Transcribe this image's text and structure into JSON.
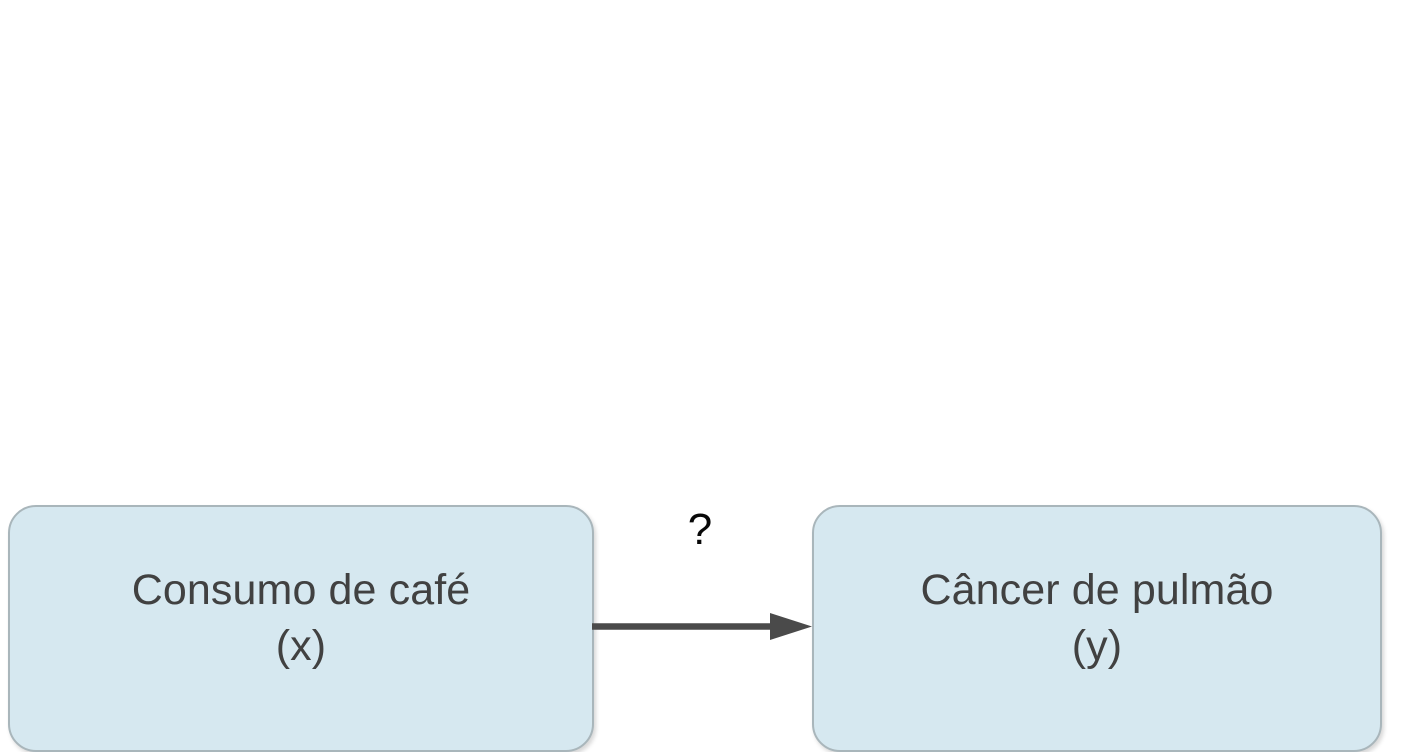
{
  "diagram": {
    "type": "causal-diagram",
    "language": "pt-BR",
    "background_color": "#ffffff",
    "nodes": [
      {
        "id": "cause",
        "name": "consumo-de-cafe",
        "line1": "Consumo de café",
        "line2": "(x)",
        "variable": "x",
        "fill_color": "#d6e8f0",
        "border_color": "#a9b6bb",
        "text_color": "#414141"
      },
      {
        "id": "effect",
        "name": "cancer-de-pulmao",
        "line1": "Câncer de pulmão",
        "line2": "(y)",
        "variable": "y",
        "fill_color": "#d6e8f0",
        "border_color": "#a9b6bb",
        "text_color": "#414141"
      }
    ],
    "edge": {
      "from": "cause",
      "to": "effect",
      "label": "?",
      "direction": "right",
      "line_color": "#4a4a4a",
      "label_color": "#080808"
    }
  }
}
